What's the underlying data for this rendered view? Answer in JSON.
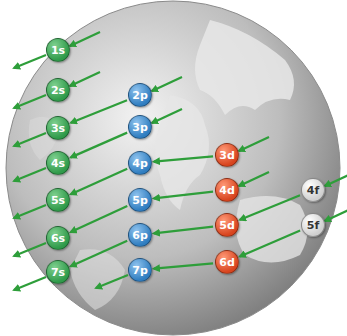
{
  "diagram": {
    "nodes": [
      {
        "text": [
          "1s"
        ]
      },
      {
        "text": [
          "2s"
        ]
      },
      {
        "text": [
          "2p"
        ]
      },
      {
        "text": [
          "3s"
        ]
      },
      {
        "text": [
          "3p"
        ]
      },
      {
        "text": [
          "3d"
        ]
      },
      {
        "text": [
          "4s"
        ]
      },
      {
        "text": [
          "4p"
        ]
      },
      {
        "text": [
          "4d"
        ]
      },
      {
        "text": [
          "4f"
        ]
      },
      {
        "text": [
          "5s"
        ]
      },
      {
        "text": [
          "5p"
        ]
      },
      {
        "text": [
          "5d"
        ]
      },
      {
        "text": [
          "5f"
        ]
      },
      {
        "text": [
          "6s"
        ]
      },
      {
        "text": [
          "6p"
        ]
      },
      {
        "text": [
          "6d"
        ]
      },
      {
        "text": [
          "7s"
        ]
      },
      {
        "text": [
          "7p"
        ]
      }
    ]
  }
}
